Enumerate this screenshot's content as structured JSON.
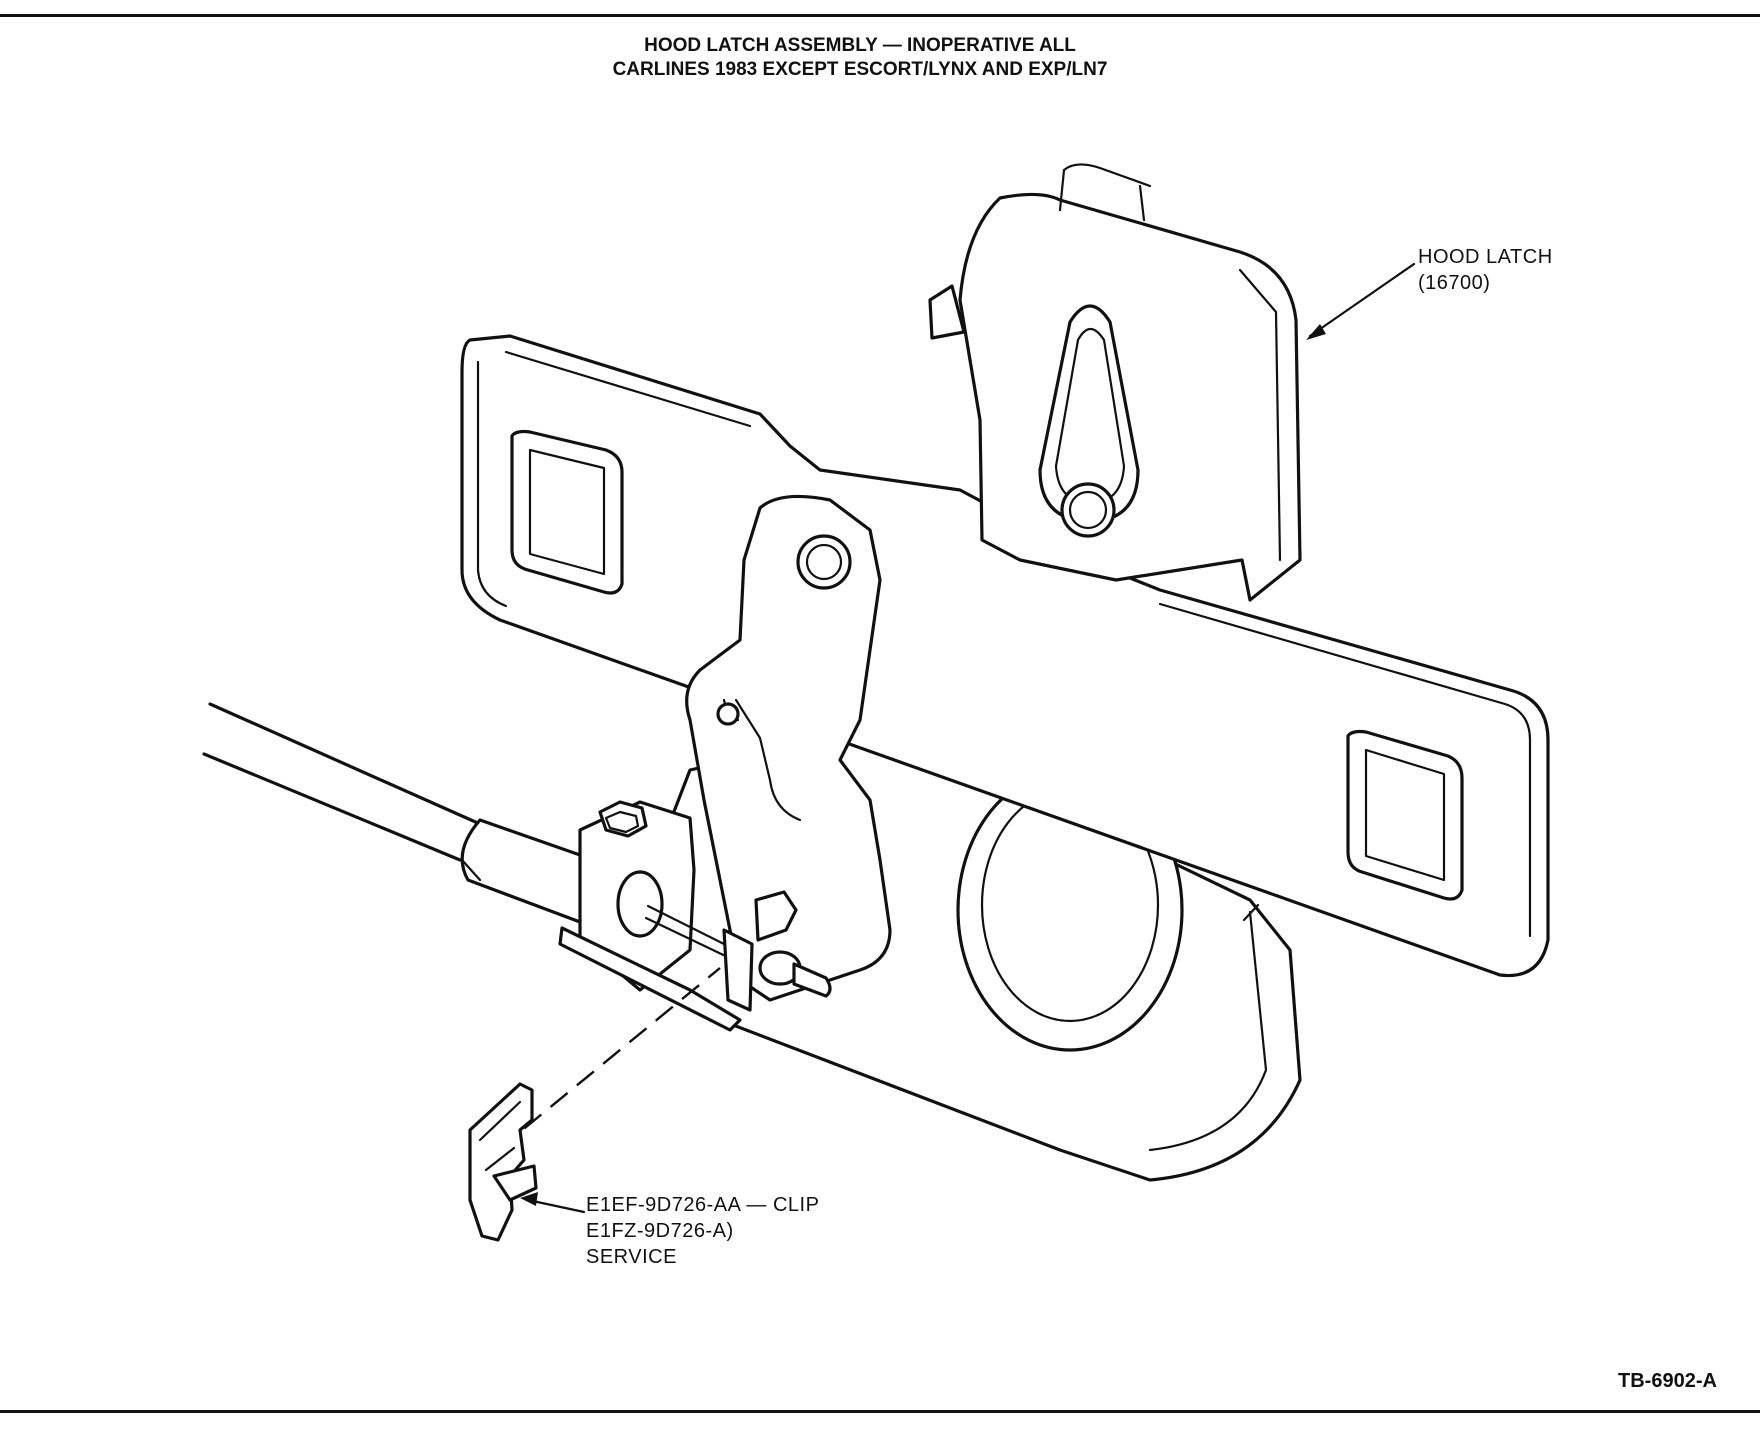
{
  "title": {
    "line1": "HOOD LATCH ASSEMBLY — INOPERATIVE ALL",
    "line2": "CARLINES 1983 EXCEPT ESCORT/LYNX AND EXP/LN7"
  },
  "labels": {
    "hood_latch": {
      "line1": "HOOD LATCH",
      "line2": "(16700)"
    },
    "clip": {
      "line1": "E1EF-9D726-AA — CLIP",
      "line2": "E1FZ-9D726-A)",
      "line3": "SERVICE"
    }
  },
  "figure_id": "TB-6902-A"
}
